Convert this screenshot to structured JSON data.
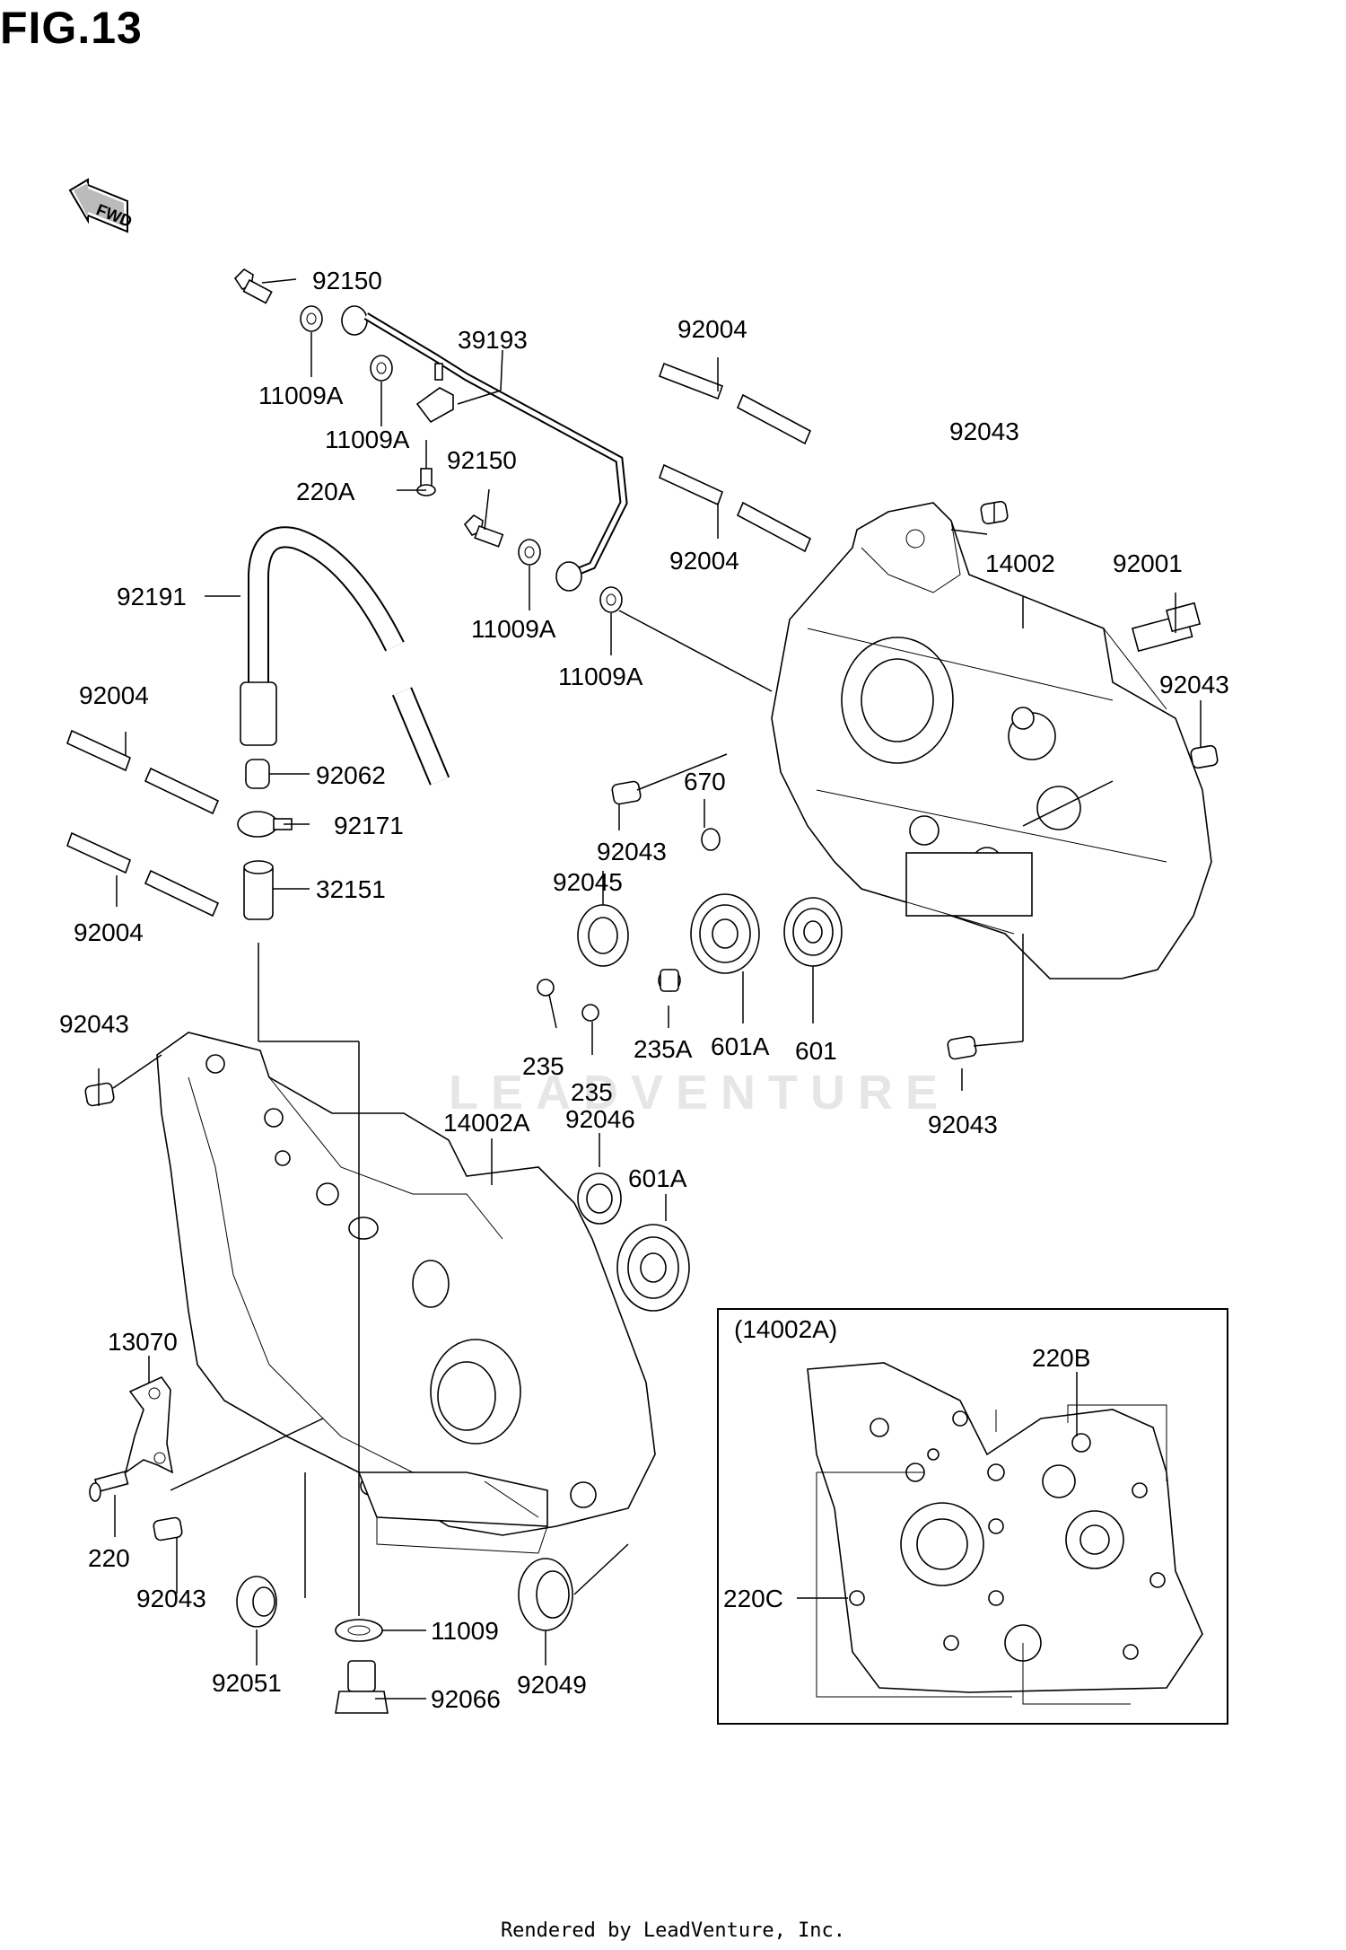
{
  "figure": {
    "title": "FIG.13"
  },
  "watermark": "LEADVENTURE",
  "direction_marker": {
    "icon": "fwd-arrow-icon",
    "text": "FWD"
  },
  "inset": {
    "title": "(14002A)",
    "callouts": [
      "220B",
      "220C"
    ]
  },
  "callouts": [
    {
      "id": "92150_a",
      "text": "92150"
    },
    {
      "id": "11009A_a",
      "text": "11009A"
    },
    {
      "id": "39193",
      "text": "39193"
    },
    {
      "id": "11009A_b",
      "text": "11009A"
    },
    {
      "id": "220A",
      "text": "220A"
    },
    {
      "id": "92150_b",
      "text": "92150"
    },
    {
      "id": "11009A_c",
      "text": "11009A"
    },
    {
      "id": "11009A_d",
      "text": "11009A"
    },
    {
      "id": "92191",
      "text": "92191"
    },
    {
      "id": "92004_a",
      "text": "92004"
    },
    {
      "id": "92004_b",
      "text": "92004"
    },
    {
      "id": "92043_a",
      "text": "92043"
    },
    {
      "id": "14002",
      "text": "14002"
    },
    {
      "id": "92001",
      "text": "92001"
    },
    {
      "id": "92043_b",
      "text": "92043"
    },
    {
      "id": "92004_c",
      "text": "92004"
    },
    {
      "id": "92062",
      "text": "92062"
    },
    {
      "id": "92171",
      "text": "92171"
    },
    {
      "id": "92004_d",
      "text": "92004"
    },
    {
      "id": "32151",
      "text": "32151"
    },
    {
      "id": "670",
      "text": "670"
    },
    {
      "id": "92043_c",
      "text": "92043"
    },
    {
      "id": "92045",
      "text": "92045"
    },
    {
      "id": "235_a",
      "text": "235"
    },
    {
      "id": "235A",
      "text": "235A"
    },
    {
      "id": "601A_a",
      "text": "601A"
    },
    {
      "id": "601",
      "text": "601"
    },
    {
      "id": "235_b",
      "text": "235"
    },
    {
      "id": "92043_d",
      "text": "92043"
    },
    {
      "id": "92043_e",
      "text": "92043"
    },
    {
      "id": "14002A",
      "text": "14002A"
    },
    {
      "id": "92046",
      "text": "92046"
    },
    {
      "id": "601A_b",
      "text": "601A"
    },
    {
      "id": "13070",
      "text": "13070"
    },
    {
      "id": "220",
      "text": "220"
    },
    {
      "id": "92043_f",
      "text": "92043"
    },
    {
      "id": "92051",
      "text": "92051"
    },
    {
      "id": "11009",
      "text": "11009"
    },
    {
      "id": "92066",
      "text": "92066"
    },
    {
      "id": "92049",
      "text": "92049"
    }
  ],
  "footer": "Rendered by LeadVenture, Inc."
}
